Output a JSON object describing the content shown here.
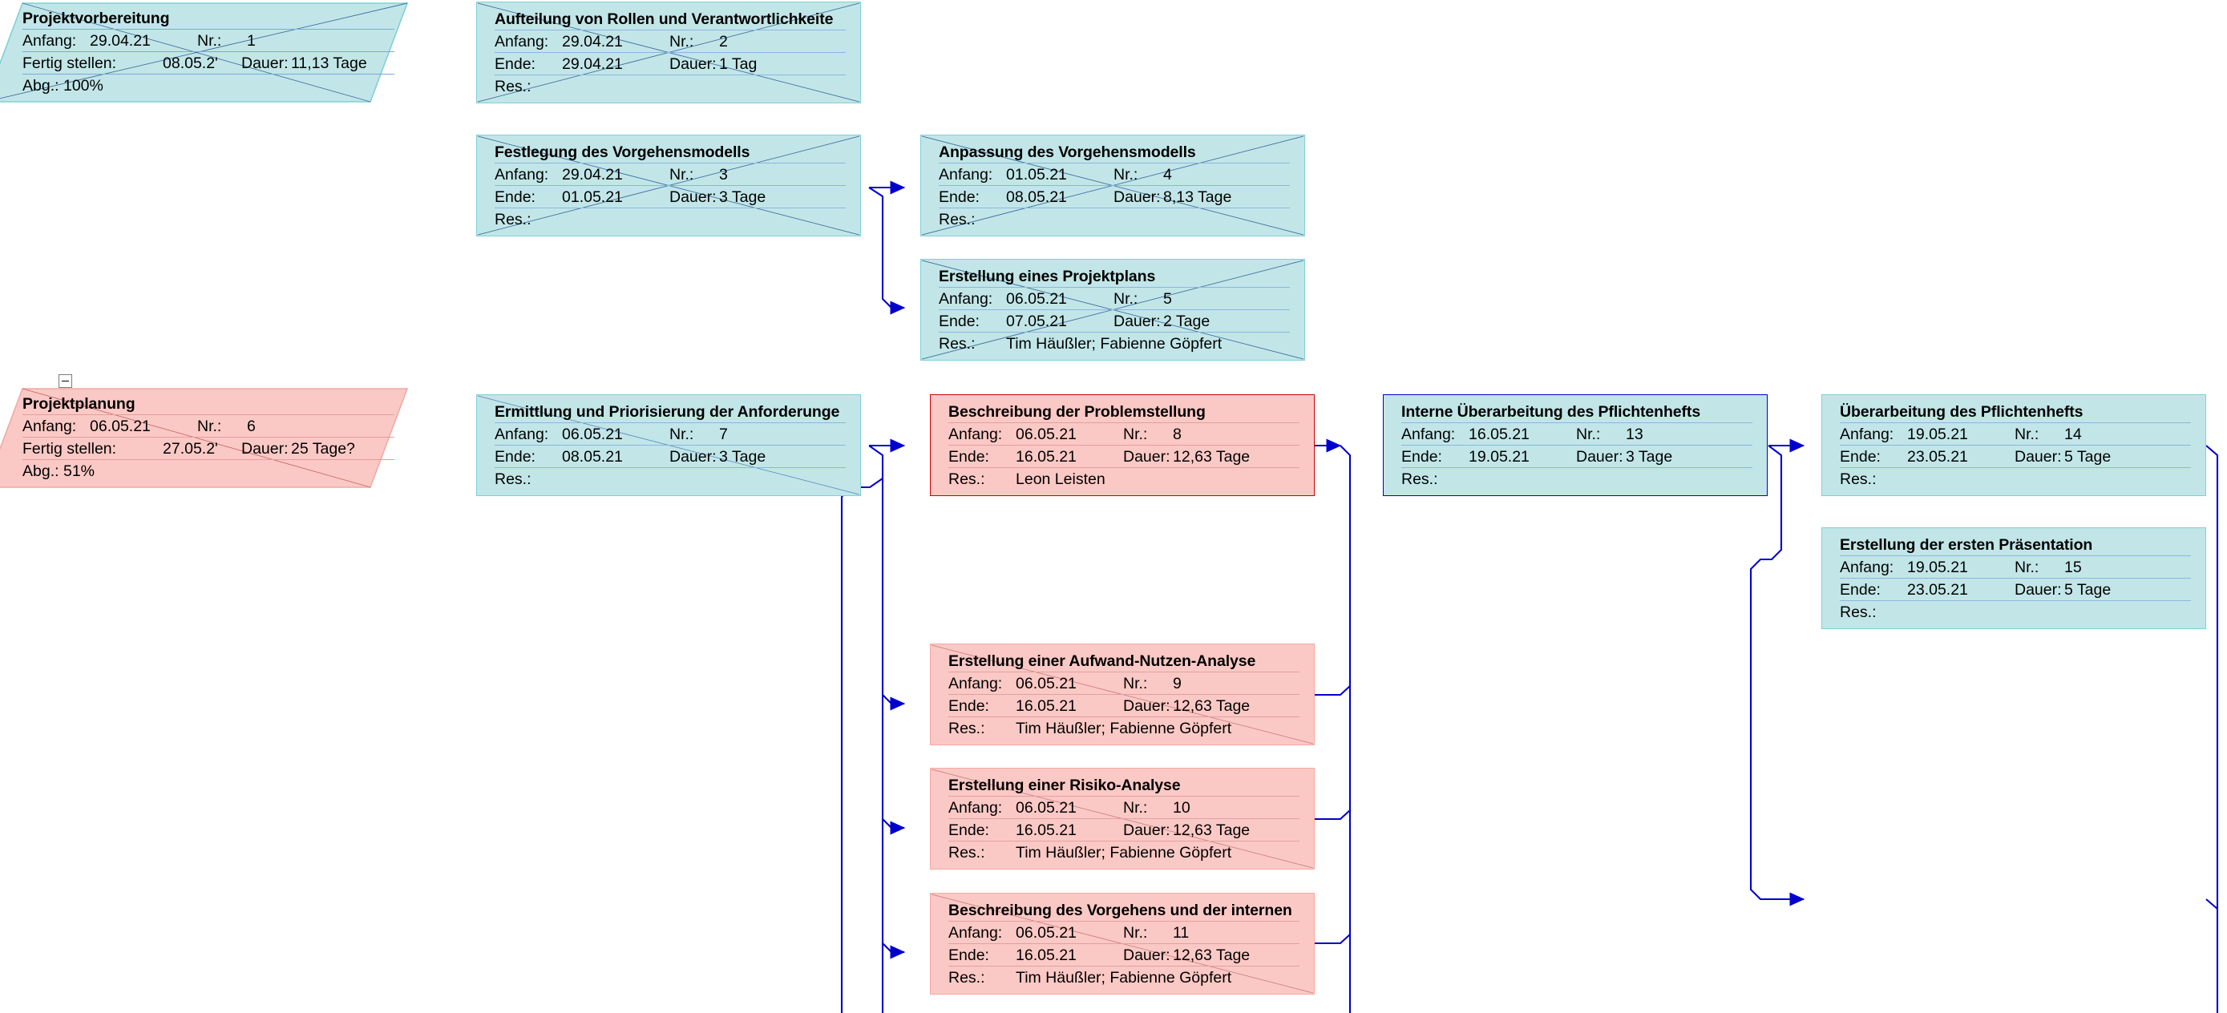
{
  "diagram": {
    "kind": "project-network-diagram",
    "labels": {
      "anfang": "Anfang:",
      "ende": "Ende:",
      "nr": "Nr.:",
      "dauer": "Dauer:",
      "res": "Res.:",
      "fertig_stellen": "Fertig stellen:",
      "abg": "Abg.:"
    },
    "colors": {
      "blue_fill": "#c2e6e8",
      "blue_border": "#7fcfd6",
      "pink_fill": "#fbc9c5",
      "pink_border": "#f5a7a2",
      "critical_border_red": "#cc0000",
      "critical_border_blue": "#0000cc",
      "link_line": "#0000cc",
      "blue_rule": "#8ab6e0",
      "pink_rule": "#e0a0a0"
    }
  },
  "nodes": [
    {
      "id": "n1",
      "type": "summary",
      "scheme": "blue",
      "title": "Projektvorbereitung",
      "anfang": "29.04.21",
      "nr": "1",
      "fertig_stellen": "08.05.2'",
      "dauer": "11,13 Tage",
      "abg": "100%"
    },
    {
      "id": "n2",
      "type": "task",
      "scheme": "blue",
      "title": "Aufteilung von Rollen und Verantwortlichkeite",
      "anfang": "29.04.21",
      "nr": "2",
      "ende": "29.04.21",
      "dauer": "1 Tag",
      "res": ""
    },
    {
      "id": "n3",
      "type": "task",
      "scheme": "blue",
      "title": "Festlegung des Vorgehensmodells",
      "anfang": "29.04.21",
      "nr": "3",
      "ende": "01.05.21",
      "dauer": "3 Tage",
      "res": ""
    },
    {
      "id": "n4",
      "type": "task",
      "scheme": "blue",
      "title": "Anpassung des Vorgehensmodells",
      "anfang": "01.05.21",
      "nr": "4",
      "ende": "08.05.21",
      "dauer": "8,13 Tage",
      "res": ""
    },
    {
      "id": "n5",
      "type": "task",
      "scheme": "blue",
      "title": "Erstellung eines Projektplans",
      "anfang": "06.05.21",
      "nr": "5",
      "ende": "07.05.21",
      "dauer": "2 Tage",
      "res": "Tim Häußler; Fabienne Göpfert"
    },
    {
      "id": "n6",
      "type": "summary",
      "scheme": "pink",
      "title": "Projektplanung",
      "anfang": "06.05.21",
      "nr": "6",
      "fertig_stellen": "27.05.2'",
      "dauer": "25 Tage?",
      "abg": "51%"
    },
    {
      "id": "n7",
      "type": "task",
      "scheme": "blue",
      "title": "Ermittlung und Priorisierung der Anforderunge",
      "anfang": "06.05.21",
      "nr": "7",
      "ende": "08.05.21",
      "dauer": "3 Tage",
      "res": ""
    },
    {
      "id": "n8",
      "type": "task",
      "scheme": "pink",
      "title": "Beschreibung der Problemstellung",
      "anfang": "06.05.21",
      "nr": "8",
      "ende": "16.05.21",
      "dauer": "12,63 Tage",
      "res": "Leon Leisten"
    },
    {
      "id": "n9",
      "type": "task",
      "scheme": "pink",
      "title": "Erstellung einer Aufwand-Nutzen-Analyse",
      "anfang": "06.05.21",
      "nr": "9",
      "ende": "16.05.21",
      "dauer": "12,63 Tage",
      "res": "Tim Häußler; Fabienne Göpfert"
    },
    {
      "id": "n10",
      "type": "task",
      "scheme": "pink",
      "title": "Erstellung einer Risiko-Analyse",
      "anfang": "06.05.21",
      "nr": "10",
      "ende": "16.05.21",
      "dauer": "12,63 Tage",
      "res": "Tim Häußler; Fabienne Göpfert"
    },
    {
      "id": "n11",
      "type": "task",
      "scheme": "pink",
      "title": "Beschreibung des Vorgehens und der internen",
      "anfang": "06.05.21",
      "nr": "11",
      "ende": "16.05.21",
      "dauer": "12,63 Tage",
      "res": "Tim Häußler; Fabienne Göpfert"
    },
    {
      "id": "n13",
      "type": "task",
      "scheme": "blue",
      "title": "Interne Überarbeitung des Pflichtenhefts",
      "anfang": "16.05.21",
      "nr": "13",
      "ende": "19.05.21",
      "dauer": "3 Tage",
      "res": ""
    },
    {
      "id": "n14",
      "type": "task",
      "scheme": "blue",
      "title": "Überarbeitung des Pflichtenhefts",
      "anfang": "19.05.21",
      "nr": "14",
      "ende": "23.05.21",
      "dauer": "5 Tage",
      "res": ""
    },
    {
      "id": "n15",
      "type": "task",
      "scheme": "blue",
      "title": "Erstellung der ersten Präsentation",
      "anfang": "19.05.21",
      "nr": "15",
      "ende": "23.05.21",
      "dauer": "5 Tage",
      "res": ""
    }
  ]
}
